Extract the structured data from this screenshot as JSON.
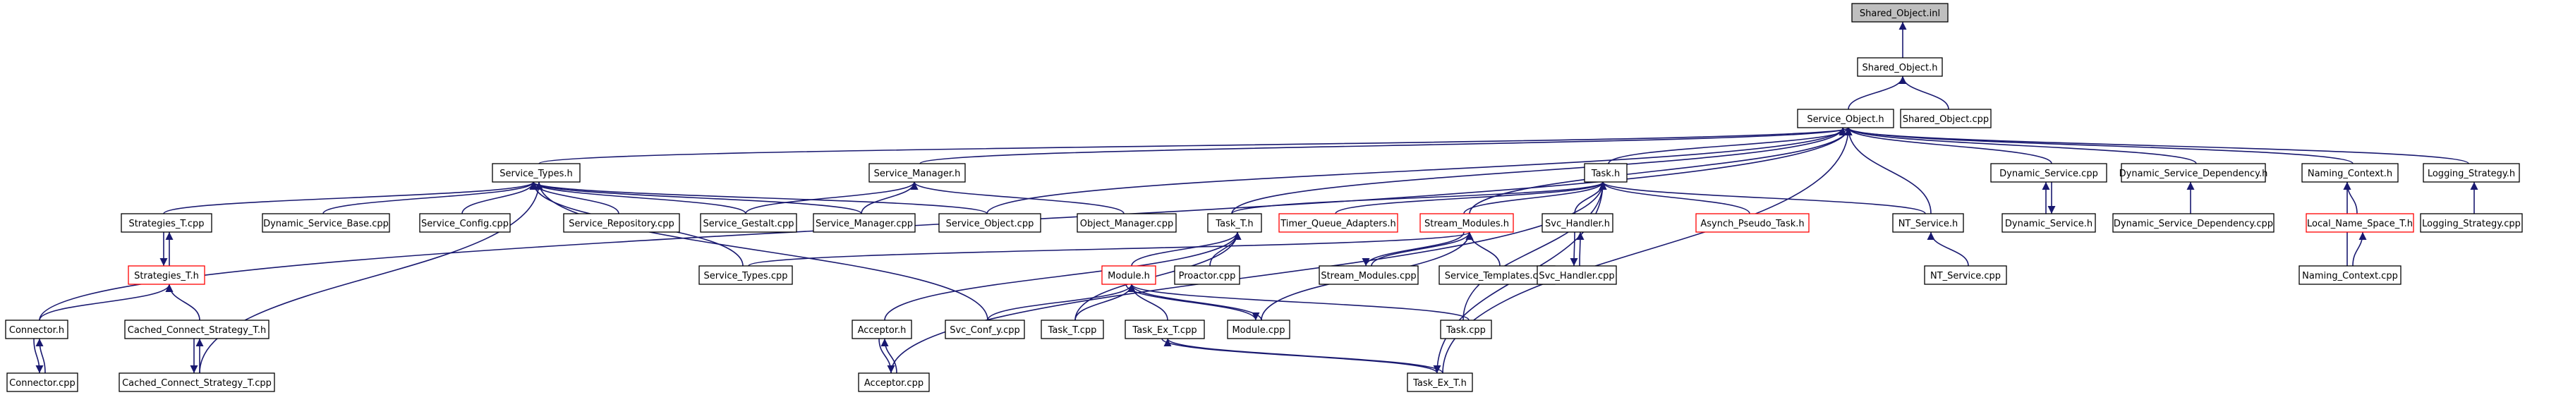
{
  "diagram": {
    "type": "include-dependency-graph",
    "nodes": [
      {
        "id": "n0",
        "label": "Shared_Object.inl",
        "style": "root"
      },
      {
        "id": "n1",
        "label": "Shared_Object.h",
        "style": "normal"
      },
      {
        "id": "n2",
        "label": "Service_Object.h",
        "style": "normal"
      },
      {
        "id": "n3",
        "label": "Shared_Object.cpp",
        "style": "normal"
      },
      {
        "id": "n4",
        "label": "Service_Types.h",
        "style": "normal"
      },
      {
        "id": "n5",
        "label": "Service_Manager.h",
        "style": "normal"
      },
      {
        "id": "n6",
        "label": "Task.h",
        "style": "normal"
      },
      {
        "id": "n7",
        "label": "Dynamic_Service.cpp",
        "style": "normal"
      },
      {
        "id": "n8",
        "label": "Dynamic_Service_Dependency.h",
        "style": "normal"
      },
      {
        "id": "n9",
        "label": "Naming_Context.h",
        "style": "normal"
      },
      {
        "id": "n10",
        "label": "Logging_Strategy.h",
        "style": "normal"
      },
      {
        "id": "n11",
        "label": "Strategies_T.cpp",
        "style": "normal"
      },
      {
        "id": "n12",
        "label": "Dynamic_Service_Base.cpp",
        "style": "normal"
      },
      {
        "id": "n13",
        "label": "Service_Config.cpp",
        "style": "normal"
      },
      {
        "id": "n14",
        "label": "Service_Repository.cpp",
        "style": "normal"
      },
      {
        "id": "n15",
        "label": "Service_Gestalt.cpp",
        "style": "normal"
      },
      {
        "id": "n16",
        "label": "Service_Manager.cpp",
        "style": "normal"
      },
      {
        "id": "n17",
        "label": "Service_Object.cpp",
        "style": "normal"
      },
      {
        "id": "n18",
        "label": "Object_Manager.cpp",
        "style": "normal"
      },
      {
        "id": "n19",
        "label": "Task_T.h",
        "style": "normal"
      },
      {
        "id": "n20",
        "label": "Timer_Queue_Adapters.h",
        "style": "incomplete"
      },
      {
        "id": "n21",
        "label": "Stream_Modules.h",
        "style": "incomplete"
      },
      {
        "id": "n22",
        "label": "Svc_Handler.h",
        "style": "normal"
      },
      {
        "id": "n23",
        "label": "Asynch_Pseudo_Task.h",
        "style": "incomplete"
      },
      {
        "id": "n24",
        "label": "NT_Service.h",
        "style": "normal"
      },
      {
        "id": "n25",
        "label": "Dynamic_Service.h",
        "style": "normal"
      },
      {
        "id": "n26",
        "label": "Dynamic_Service_Dependency.cpp",
        "style": "normal"
      },
      {
        "id": "n27",
        "label": "Local_Name_Space_T.h",
        "style": "incomplete"
      },
      {
        "id": "n28",
        "label": "Logging_Strategy.cpp",
        "style": "normal"
      },
      {
        "id": "n29",
        "label": "Strategies_T.h",
        "style": "incomplete"
      },
      {
        "id": "n30",
        "label": "Service_Types.cpp",
        "style": "normal"
      },
      {
        "id": "n31",
        "label": "Module.h",
        "style": "incomplete"
      },
      {
        "id": "n32",
        "label": "Proactor.cpp",
        "style": "normal"
      },
      {
        "id": "n33",
        "label": "Stream_Modules.cpp",
        "style": "normal"
      },
      {
        "id": "n34",
        "label": "Service_Templates.cpp",
        "style": "normal"
      },
      {
        "id": "n35",
        "label": "Svc_Handler.cpp",
        "style": "normal"
      },
      {
        "id": "n36",
        "label": "NT_Service.cpp",
        "style": "normal"
      },
      {
        "id": "n37",
        "label": "Naming_Context.cpp",
        "style": "normal"
      },
      {
        "id": "n38",
        "label": "Connector.h",
        "style": "normal"
      },
      {
        "id": "n39",
        "label": "Cached_Connect_Strategy_T.h",
        "style": "normal"
      },
      {
        "id": "n40",
        "label": "Acceptor.h",
        "style": "normal"
      },
      {
        "id": "n41",
        "label": "Svc_Conf_y.cpp",
        "style": "normal"
      },
      {
        "id": "n42",
        "label": "Task_T.cpp",
        "style": "normal"
      },
      {
        "id": "n43",
        "label": "Task_Ex_T.cpp",
        "style": "normal"
      },
      {
        "id": "n44",
        "label": "Module.cpp",
        "style": "normal"
      },
      {
        "id": "n45",
        "label": "Task.cpp",
        "style": "normal"
      },
      {
        "id": "n46",
        "label": "Connector.cpp",
        "style": "normal"
      },
      {
        "id": "n47",
        "label": "Cached_Connect_Strategy_T.cpp",
        "style": "normal"
      },
      {
        "id": "n48",
        "label": "Acceptor.cpp",
        "style": "normal"
      },
      {
        "id": "n49",
        "label": "Task_Ex_T.h",
        "style": "normal"
      }
    ],
    "edges": [
      [
        "n1",
        "n0"
      ],
      [
        "n2",
        "n1"
      ],
      [
        "n3",
        "n1"
      ],
      [
        "n4",
        "n2"
      ],
      [
        "n5",
        "n2"
      ],
      [
        "n6",
        "n2"
      ],
      [
        "n7",
        "n2"
      ],
      [
        "n8",
        "n2"
      ],
      [
        "n9",
        "n2"
      ],
      [
        "n10",
        "n2"
      ],
      [
        "n17",
        "n2"
      ],
      [
        "n38",
        "n2"
      ],
      [
        "n24",
        "n2"
      ],
      [
        "n49",
        "n2"
      ],
      [
        "n19",
        "n2"
      ],
      [
        "n21",
        "n2"
      ],
      [
        "n11",
        "n4"
      ],
      [
        "n12",
        "n4"
      ],
      [
        "n13",
        "n4"
      ],
      [
        "n14",
        "n4"
      ],
      [
        "n15",
        "n4"
      ],
      [
        "n16",
        "n4"
      ],
      [
        "n17",
        "n4"
      ],
      [
        "n30",
        "n4"
      ],
      [
        "n41",
        "n4"
      ],
      [
        "n47",
        "n4"
      ],
      [
        "n15",
        "n5"
      ],
      [
        "n16",
        "n5"
      ],
      [
        "n18",
        "n5"
      ],
      [
        "n19",
        "n6"
      ],
      [
        "n20",
        "n6"
      ],
      [
        "n21",
        "n6"
      ],
      [
        "n22",
        "n6"
      ],
      [
        "n23",
        "n6"
      ],
      [
        "n24",
        "n6"
      ],
      [
        "n45",
        "n6"
      ],
      [
        "n48",
        "n6"
      ],
      [
        "n49",
        "n6"
      ],
      [
        "n25",
        "n7"
      ],
      [
        "n7",
        "n25"
      ],
      [
        "n26",
        "n8"
      ],
      [
        "n27",
        "n9"
      ],
      [
        "n37",
        "n9"
      ],
      [
        "n37",
        "n27"
      ],
      [
        "n28",
        "n10"
      ],
      [
        "n29",
        "n11"
      ],
      [
        "n11",
        "n29"
      ],
      [
        "n38",
        "n29"
      ],
      [
        "n39",
        "n29"
      ],
      [
        "n30",
        "n21"
      ],
      [
        "n33",
        "n21"
      ],
      [
        "n21",
        "n33"
      ],
      [
        "n34",
        "n21"
      ],
      [
        "n44",
        "n21"
      ],
      [
        "n31",
        "n19"
      ],
      [
        "n32",
        "n19"
      ],
      [
        "n40",
        "n19"
      ],
      [
        "n42",
        "n19"
      ],
      [
        "n35",
        "n22"
      ],
      [
        "n22",
        "n35"
      ],
      [
        "n36",
        "n24"
      ],
      [
        "n41",
        "n31"
      ],
      [
        "n42",
        "n31"
      ],
      [
        "n43",
        "n31"
      ],
      [
        "n44",
        "n31"
      ],
      [
        "n31",
        "n44"
      ],
      [
        "n45",
        "n31"
      ],
      [
        "n46",
        "n38"
      ],
      [
        "n38",
        "n46"
      ],
      [
        "n47",
        "n39"
      ],
      [
        "n39",
        "n47"
      ],
      [
        "n48",
        "n40"
      ],
      [
        "n40",
        "n48"
      ],
      [
        "n49",
        "n43"
      ],
      [
        "n43",
        "n49"
      ]
    ]
  }
}
